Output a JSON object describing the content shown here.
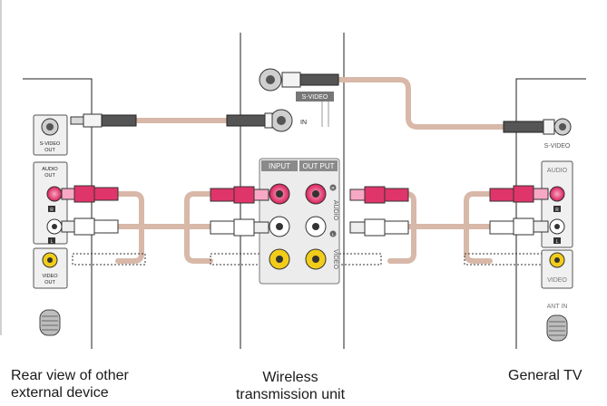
{
  "captions": {
    "left_line1": "Rear view of other",
    "left_line2": "external device",
    "center_line1": "Wireless",
    "center_line2": "transmission unit",
    "right": "General TV"
  },
  "left_device": {
    "svideo_out_l1": "S-VIDEO",
    "svideo_out_l2": "OUT",
    "audio_out_l1": "AUDIO",
    "audio_out_l2": "OUT",
    "r": "R",
    "l": "L",
    "video_out_l1": "VIDEO",
    "video_out_l2": "OUT"
  },
  "center_unit": {
    "svideo": "S-VIDEO",
    "in": "IN",
    "input": "INPUT",
    "output": "OUT PUT",
    "audio": "AUDIO",
    "video": "VIDEO",
    "r": "R",
    "l": "L"
  },
  "tv": {
    "svideo": "S-VIDEO",
    "audio": "AUDIO",
    "r": "R",
    "l": "L",
    "video": "VIDEO",
    "ant_in": "ANT IN"
  },
  "colors": {
    "cable": "#d8b8a8",
    "panel": "#ececec",
    "red_jack": "#e0356a",
    "yellow_jack": "#f2cc1a",
    "header_bg": "#8a8a8a"
  }
}
